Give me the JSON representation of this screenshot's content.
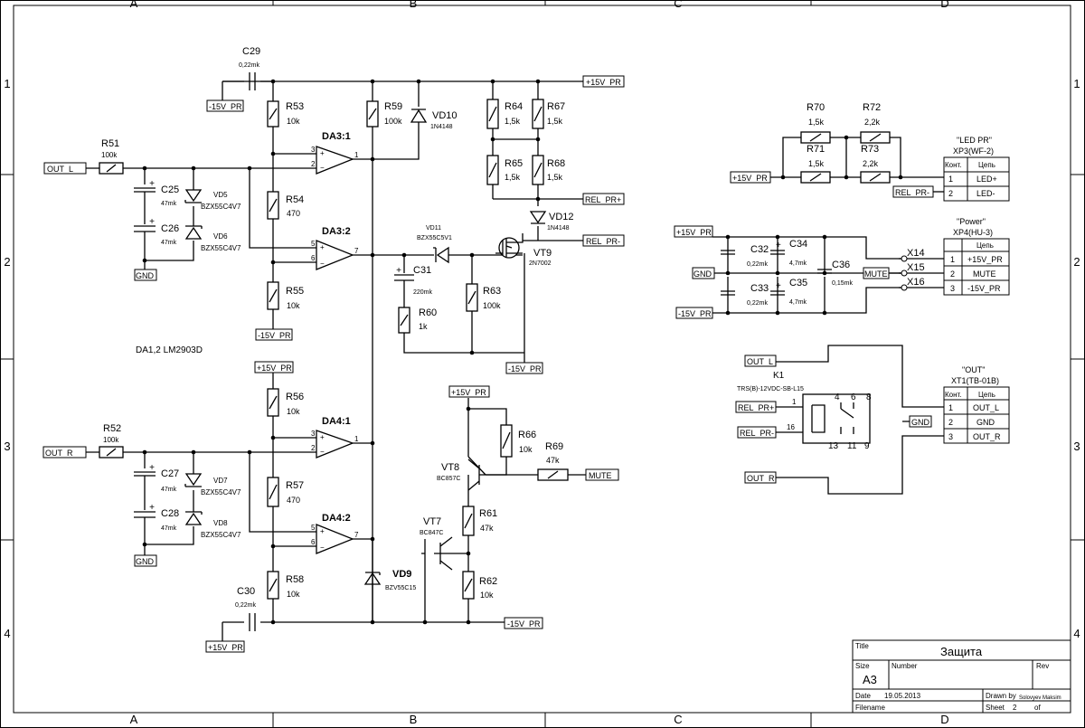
{
  "frame": {
    "columns": [
      "A",
      "B",
      "C",
      "D"
    ],
    "rows": [
      "1",
      "2",
      "3",
      "4"
    ]
  },
  "misc": {
    "ic_type": "DA1,2 LM2903D"
  },
  "components": {
    "C29": {
      "ref": "C29",
      "value": "0,22mk"
    },
    "C30": {
      "ref": "C30",
      "value": "0,22mk"
    },
    "R51": {
      "ref": "R51",
      "value": "100k"
    },
    "R52": {
      "ref": "R52",
      "value": "100k"
    },
    "R53": {
      "ref": "R53",
      "value": "10k"
    },
    "R54": {
      "ref": "R54",
      "value": "470"
    },
    "R55": {
      "ref": "R55",
      "value": "10k"
    },
    "R56": {
      "ref": "R56",
      "value": "10k"
    },
    "R57": {
      "ref": "R57",
      "value": "470"
    },
    "R58": {
      "ref": "R58",
      "value": "10k"
    },
    "R59": {
      "ref": "R59",
      "value": "100k"
    },
    "R60": {
      "ref": "R60",
      "value": "1k"
    },
    "R61": {
      "ref": "R61",
      "value": "47k"
    },
    "R62": {
      "ref": "R62",
      "value": "10k"
    },
    "R63": {
      "ref": "R63",
      "value": "100k"
    },
    "R64": {
      "ref": "R64",
      "value": "1,5k"
    },
    "R65": {
      "ref": "R65",
      "value": "1,5k"
    },
    "R66": {
      "ref": "R66",
      "value": "10k"
    },
    "R67": {
      "ref": "R67",
      "value": "1,5k"
    },
    "R68": {
      "ref": "R68",
      "value": "1,5k"
    },
    "R69": {
      "ref": "R69",
      "value": "47k"
    },
    "R70": {
      "ref": "R70",
      "value": "1,5k"
    },
    "R71": {
      "ref": "R71",
      "value": "1,5k"
    },
    "R72": {
      "ref": "R72",
      "value": "2,2k"
    },
    "R73": {
      "ref": "R73",
      "value": "2,2k"
    },
    "C25": {
      "ref": "C25",
      "value": "47mk"
    },
    "C26": {
      "ref": "C26",
      "value": "47mk"
    },
    "C27": {
      "ref": "C27",
      "value": "47mk"
    },
    "C28": {
      "ref": "C28",
      "value": "47mk"
    },
    "C31": {
      "ref": "C31",
      "value": "220mk"
    },
    "C32": {
      "ref": "C32",
      "value": "0,22mk"
    },
    "C33": {
      "ref": "C33",
      "value": "0,22mk"
    },
    "C34": {
      "ref": "C34",
      "value": "4,7mk"
    },
    "C35": {
      "ref": "C35",
      "value": "4,7mk"
    },
    "C36": {
      "ref": "C36",
      "value": "0,15mk"
    },
    "VD5": {
      "ref": "VD5",
      "value": "BZX55C4V7"
    },
    "VD6": {
      "ref": "VD6",
      "value": "BZX55C4V7"
    },
    "VD7": {
      "ref": "VD7",
      "value": "BZX55C4V7"
    },
    "VD8": {
      "ref": "VD8",
      "value": "BZX55C4V7"
    },
    "VD9": {
      "ref": "VD9",
      "value": "BZV55C15"
    },
    "VD10": {
      "ref": "VD10",
      "value": "1N4148"
    },
    "VD11": {
      "ref": "VD11",
      "value": "BZX55C5V1"
    },
    "VD12": {
      "ref": "VD12",
      "value": "1N4148"
    },
    "VT7": {
      "ref": "VT7",
      "value": "BC847C"
    },
    "VT8": {
      "ref": "VT8",
      "value": "BC857C"
    },
    "VT9": {
      "ref": "VT9",
      "value": "2N7002"
    },
    "DA3_1": {
      "ref": "DA3:1"
    },
    "DA3_2": {
      "ref": "DA3:2"
    },
    "DA4_1": {
      "ref": "DA4:1"
    },
    "DA4_2": {
      "ref": "DA4:2"
    },
    "K1": {
      "ref": "K1",
      "value": "TRS(B)-12VDC-SB-L15"
    }
  },
  "pins": {
    "plus": "+",
    "minus": "−",
    "p1": "1",
    "p2": "2",
    "p3": "3",
    "p4": "4",
    "p5": "5",
    "p6": "6",
    "p7": "7",
    "p8": "8",
    "p9": "9",
    "p11": "11",
    "p13": "13",
    "p16": "16"
  },
  "nets": {
    "p15v": "+15V_PR",
    "m15v": "-15V_PR",
    "gnd": "GND",
    "out_l": "OUT_L",
    "out_r": "OUT_R",
    "rel_p": "REL_PR+",
    "rel_m": "REL_PR-",
    "mute": "MUTE"
  },
  "connectors": {
    "header": {
      "col1": "Конт.",
      "col2": "Цепь"
    },
    "xp3": {
      "title": "\"LED PR\"",
      "subtitle": "XP3(WF-2)",
      "rows": [
        {
          "pin": "1",
          "net": "LED+"
        },
        {
          "pin": "2",
          "net": "LED-"
        }
      ]
    },
    "xp4": {
      "title": "\"Power\"",
      "subtitle": "XP4(HU-3)",
      "rows": [
        {
          "pin": "1",
          "net": "+15V_PR"
        },
        {
          "pin": "2",
          "net": "MUTE"
        },
        {
          "pin": "3",
          "net": "-15V_PR"
        }
      ]
    },
    "xt1": {
      "title": "\"OUT\"",
      "subtitle": "XT1(TB-01B)",
      "rows": [
        {
          "pin": "1",
          "net": "OUT_L"
        },
        {
          "pin": "2",
          "net": "GND"
        },
        {
          "pin": "3",
          "net": "OUT_R"
        }
      ]
    },
    "x14": "X14",
    "x15": "X15",
    "x16": "X16"
  },
  "title_block": {
    "title_label": "Title",
    "title": "Защита",
    "size_label": "Size",
    "size": "A3",
    "number_label": "Number",
    "rev_label": "Rev",
    "date_label": "Date",
    "date": "19.05.2013",
    "drawn_label": "Drawn by",
    "drawn": "Solovyev Maksim",
    "filename_label": "Filename",
    "sheet_label": "Sheet",
    "sheet": "2",
    "of_label": "of"
  }
}
